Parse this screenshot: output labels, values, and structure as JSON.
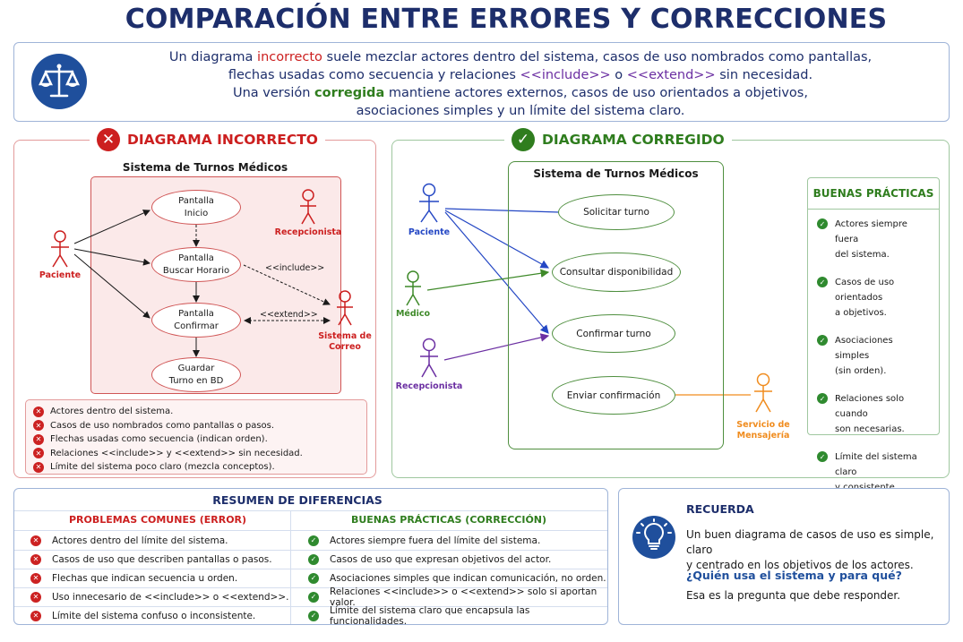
{
  "title": "COMPARACIÓN ENTRE ERRORES Y CORRECCIONES",
  "intro": {
    "icon": "balance-scale-icon",
    "line1_pre": "Un diagrama ",
    "line1_hl": "incorrecto",
    "line1_post": " suele mezclar actores dentro del sistema, casos de uso nombrados como pantallas,",
    "line2_pre": "flechas usadas como secuencia y relaciones ",
    "line2_inc": "<<include>>",
    "line2_mid": " o ",
    "line2_ext": "<<extend>>",
    "line2_post": " sin necesidad.",
    "line3_pre": "Una versión ",
    "line3_hl": "corregida",
    "line3_post": " mantiene actores externos, casos de uso orientados a objetivos,",
    "line4": "asociaciones simples y un límite del sistema claro."
  },
  "incorrect": {
    "heading": "DIAGRAMA INCORRECTO",
    "system_label": "Sistema de Turnos Médicos",
    "use_cases": [
      {
        "line1": "Pantalla",
        "line2": "Inicio"
      },
      {
        "line1": "Pantalla",
        "line2": "Buscar Horario"
      },
      {
        "line1": "Pantalla",
        "line2": "Confirmar"
      },
      {
        "line1": "Guardar",
        "line2": "Turno en BD"
      }
    ],
    "actors": {
      "paciente": "Paciente",
      "recepcionista": "Recepcionista",
      "correo_line1": "Sistema de",
      "correo_line2": "Correo"
    },
    "include_label": "<<include>>",
    "extend_label": "<<extend>>",
    "errors": [
      "Actores dentro del sistema.",
      "Casos de uso nombrados como pantallas o pasos.",
      "Flechas usadas como secuencia (indican orden).",
      "Relaciones <<include>> y <<extend>> sin necesidad.",
      "Límite del sistema poco claro (mezcla conceptos)."
    ]
  },
  "corrected": {
    "heading": "DIAGRAMA CORREGIDO",
    "system_label": "Sistema de Turnos Médicos",
    "use_cases": [
      "Solicitar turno",
      "Consultar disponibilidad",
      "Confirmar turno",
      "Enviar confirmación"
    ],
    "actors": {
      "paciente": "Paciente",
      "medico": "Médico",
      "recepcionista": "Recepcionista",
      "servicio_line1": "Servicio de",
      "servicio_line2": "Mensajería"
    },
    "best_practices_title": "BUENAS PRÁCTICAS",
    "best_practices": [
      {
        "line1": "Actores siempre fuera",
        "line2": "del sistema."
      },
      {
        "line1": "Casos de uso orientados",
        "line2": "a objetivos."
      },
      {
        "line1": "Asociaciones simples",
        "line2": "(sin orden)."
      },
      {
        "line1": "Relaciones solo cuando",
        "line2": "son necesarias."
      },
      {
        "line1": "Límite del sistema claro",
        "line2": "y consistente."
      }
    ]
  },
  "summary": {
    "title": "RESUMEN DE DIFERENCIAS",
    "problems_title": "PROBLEMAS COMUNES (ERROR)",
    "practices_title": "BUENAS PRÁCTICAS (CORRECCIÓN)",
    "problems": [
      "Actores dentro del límite del sistema.",
      "Casos de uso que describen pantallas o pasos.",
      "Flechas que indican secuencia u orden.",
      "Uso innecesario de <<include>> o <<extend>>.",
      "Límite del sistema confuso o inconsistente."
    ],
    "practices": [
      "Actores siempre fuera del límite del sistema.",
      "Casos de uso que expresan objetivos del actor.",
      "Asociaciones simples que indican comunicación, no orden.",
      "Relaciones <<include>> o <<extend>> solo si aportan valor.",
      "Límite del sistema claro que encapsula las funcionalidades."
    ]
  },
  "remember": {
    "icon": "lightbulb-icon",
    "title": "RECUERDA",
    "text1": "Un buen diagrama de casos de uso es simple, claro",
    "text2": "y centrado en los objetivos de los actores.",
    "question": "¿Quién usa el sistema y para qué?",
    "answer": "Esa es la pregunta que debe responder."
  },
  "colors": {
    "navy": "#1d2e6b",
    "error_red": "#cc1f1f",
    "ok_green": "#2f7d1e",
    "blue_assoc": "#2447c4",
    "green_assoc": "#3f8a2a",
    "purple_assoc": "#6b2fa2",
    "orange_actor": "#f08c1e"
  }
}
